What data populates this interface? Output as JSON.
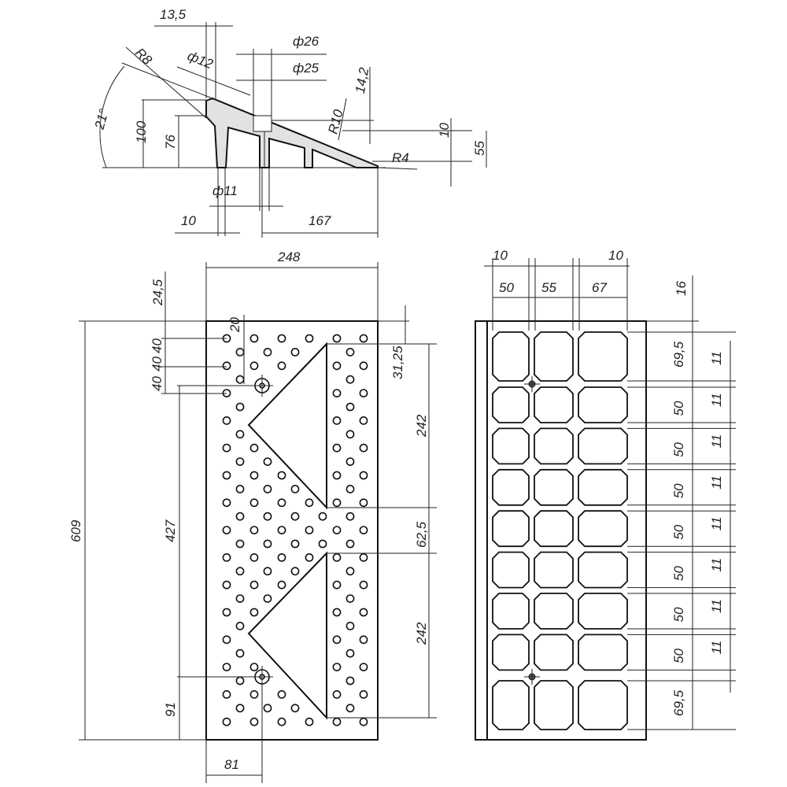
{
  "side_view": {
    "dims": {
      "d13_5": "13,5",
      "r8": "R8",
      "phi12": "ф12",
      "phi26": "ф26",
      "phi25": "ф25",
      "angle21": "21°",
      "h100": "100",
      "h76": "76",
      "r10": "R10",
      "d14_2": "14,2",
      "d10r": "10",
      "d55": "55",
      "r4": "R4",
      "phi11": "ф11",
      "d10b": "10",
      "d167": "167"
    }
  },
  "plan_view": {
    "dims": {
      "width248": "248",
      "d24_5": "24,5",
      "d20": "20",
      "d40a": "40",
      "d40b": "40",
      "d40c": "40",
      "d31_25": "31,25",
      "d242a": "242",
      "d62_5": "62,5",
      "d242b": "242",
      "d609": "609",
      "d427": "427",
      "d91": "91",
      "d81": "81"
    }
  },
  "bottom_view": {
    "dims": {
      "d10a": "10",
      "d10b": "10",
      "d50": "50",
      "d55": "55",
      "d67": "67",
      "d16": "16",
      "rows": [
        "69,5",
        "50",
        "50",
        "50",
        "50",
        "50",
        "50",
        "50",
        "69,5"
      ],
      "gaps": [
        "11",
        "11",
        "11",
        "11",
        "11",
        "11",
        "11",
        "11"
      ]
    }
  },
  "colors": {
    "line": "#222222",
    "section_fill": "#e2e2e2"
  }
}
